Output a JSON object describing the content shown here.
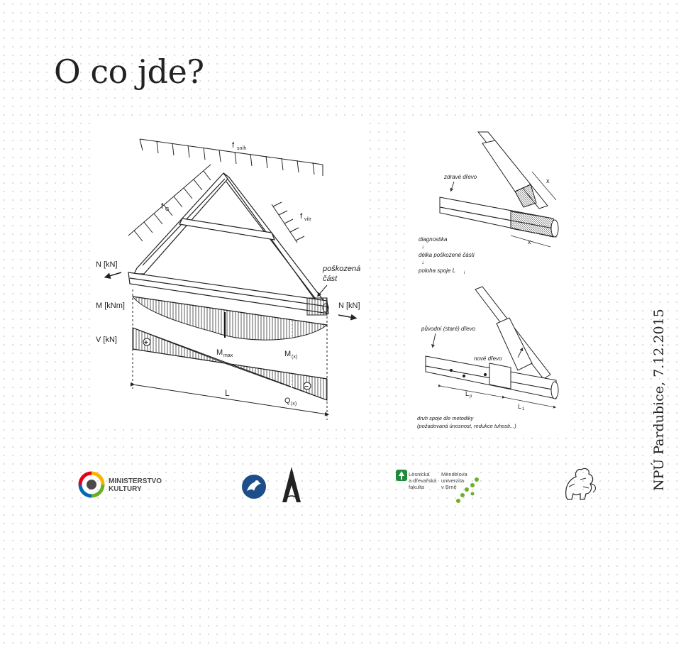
{
  "slide": {
    "title": "O co jde?",
    "side_caption": "NPÚ Pardubice, 7.12.2015"
  },
  "figure_left": {
    "labels": {
      "f_snih": "f",
      "f_snih_sub": "sníh",
      "f_g": "f",
      "f_g_sub": "G",
      "f_vitr": "f",
      "f_vitr_sub": "vítr",
      "n_left": "N [kN]",
      "n_right": "N [kN]",
      "damaged_1": "poškozená",
      "damaged_2": "část",
      "moment": "M [kNm]",
      "shear": "V [kN]",
      "m_max": "M",
      "m_max_sub": "max",
      "m_x": "M",
      "m_x_sub": "(x)",
      "length": "L",
      "q_x": "Q",
      "q_x_sub": "(x)",
      "plus": "+",
      "minus": "−"
    }
  },
  "figure_right": {
    "labels": {
      "healthy_wood": "zdravé dřevo",
      "x_top": "x",
      "x_bottom": "x",
      "diagnostics": "diagnostika",
      "damaged_length": "délka poškozené části",
      "joint_position": "poloha spoje L",
      "joint_position_sub": "i",
      "original_wood": "původní (staré) dřevo",
      "new_wood": "nové dřevo",
      "lp": "L",
      "lp_sub": "p",
      "l1": "L",
      "l1_sub": "1",
      "joint_type_1": "druh spoje dle metodiky",
      "joint_type_2": "(požadovaná únosnost, redukce tuhosti...)"
    }
  },
  "logos": {
    "ministry_1": "MINISTERSTVO",
    "ministry_2": "KULTURY",
    "faculty_1": "Lesnická",
    "faculty_2": "a dřevařská",
    "faculty_3": "fakulta",
    "university_1": "Mendelova",
    "university_2": "univerzita",
    "university_3": "v Brně",
    "ministry_color_red": "#e2001a",
    "ministry_color_yellow": "#f7b500",
    "ministry_color_blue": "#0069b4",
    "mendel_green": "#6ab023",
    "mendel_darkgreen": "#1e8a3c"
  }
}
